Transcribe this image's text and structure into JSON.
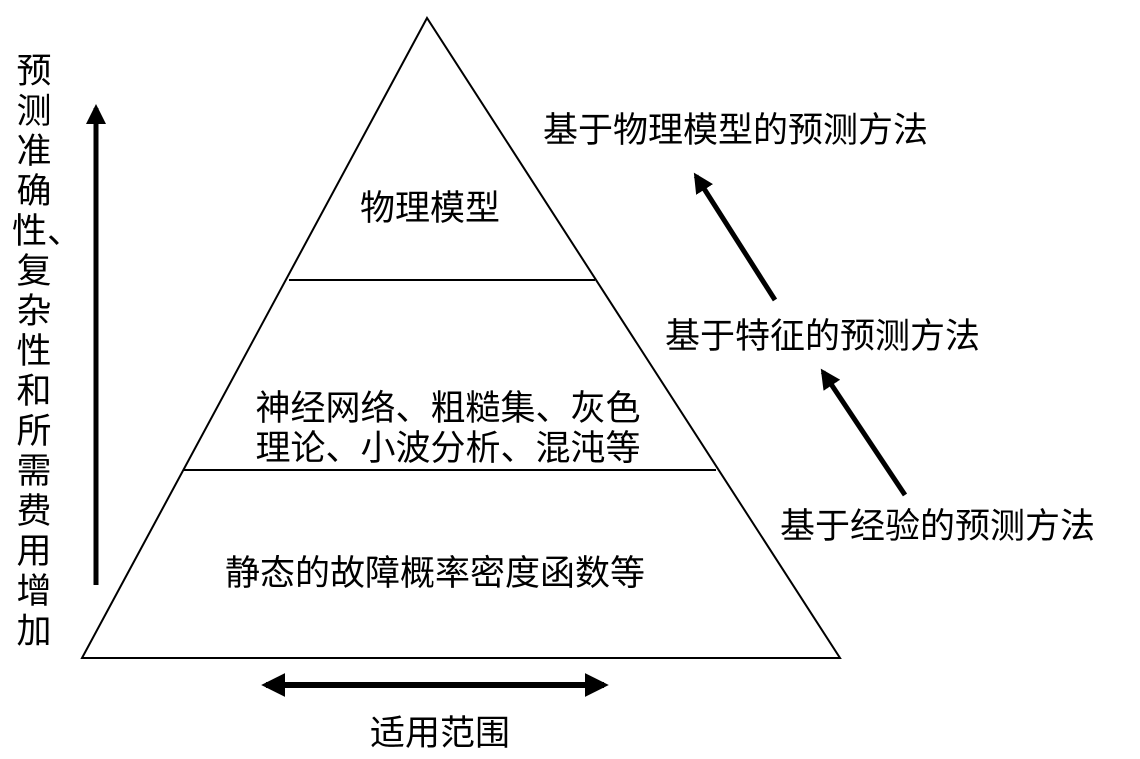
{
  "left_axis_label": "预测准确性、复杂性和所需费用增加",
  "bottom_axis_label": "适用范围",
  "pyramid": {
    "top": "物理模型",
    "middle_line1": "神经网络、粗糙集、灰色",
    "middle_line2": "理论、小波分析、混沌等",
    "bottom": "静态的故障概率密度函数等"
  },
  "methods": {
    "physics": "基于物理模型的预测方法",
    "feature": "基于特征的预测方法",
    "experience": "基于经验的预测方法"
  }
}
